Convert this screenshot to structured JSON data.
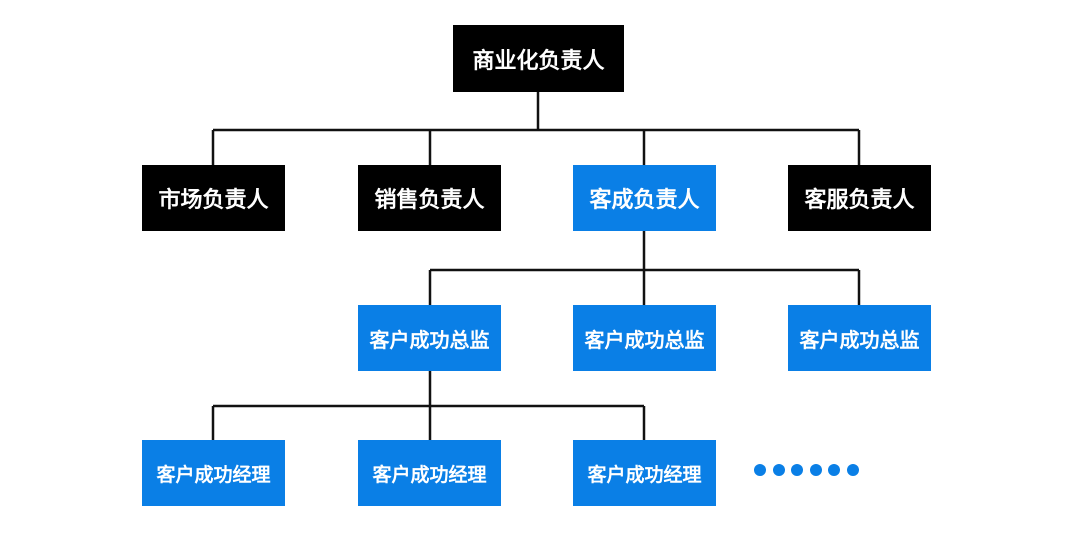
{
  "colors": {
    "dark": "#000000",
    "accent": "#0a7fe6",
    "line": "#111111"
  },
  "root": {
    "label": "商业化负责人"
  },
  "level1": [
    {
      "label": "市场负责人",
      "highlight": false
    },
    {
      "label": "销售负责人",
      "highlight": false
    },
    {
      "label": "客成负责人",
      "highlight": true
    },
    {
      "label": "客服负责人",
      "highlight": false
    }
  ],
  "level2": [
    {
      "label": "客户成功总监"
    },
    {
      "label": "客户成功总监"
    },
    {
      "label": "客户成功总监"
    }
  ],
  "level3": [
    {
      "label": "客户成功经理"
    },
    {
      "label": "客户成功经理"
    },
    {
      "label": "客户成功经理"
    }
  ],
  "more_indicator": {
    "dot_count": 6
  }
}
